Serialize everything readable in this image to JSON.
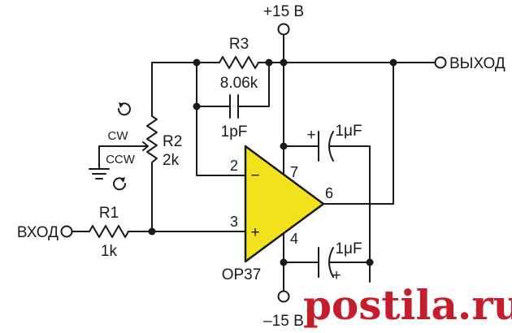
{
  "supply": {
    "positive": "+15 В",
    "negative": "–15 В"
  },
  "ports": {
    "input": "ВХОД",
    "output": "ВЫХОД"
  },
  "components": {
    "R1": {
      "name": "R1",
      "value": "1k"
    },
    "R2": {
      "name": "R2",
      "value": "2k"
    },
    "R3": {
      "name": "R3",
      "value": "8.06k"
    },
    "C_feedback": {
      "value": "1pF"
    },
    "C_top": {
      "value": "1μF",
      "polarity": "+"
    },
    "C_bottom": {
      "value": "1μF",
      "polarity": "+"
    }
  },
  "opamp": {
    "part": "OP37",
    "color": "#f2e21b",
    "pins": {
      "inverting": "2",
      "non_inverting": "3",
      "v_plus": "7",
      "v_minus": "4",
      "output": "6"
    },
    "inverting_symbol": "−",
    "non_inverting_symbol": "+"
  },
  "potentiometer": {
    "cw": "CW",
    "ccw": "CCW"
  },
  "watermark": {
    "text": "postila.ru",
    "color": "#c41e2a"
  }
}
